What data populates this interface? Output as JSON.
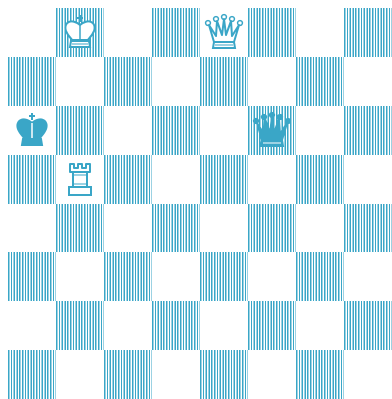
{
  "board": {
    "files": 8,
    "ranks": 8,
    "accent_color": "#3aa6c7",
    "pieces": [
      {
        "row": 0,
        "col": 1,
        "type": "king",
        "color": "white",
        "icon": "white-king-icon"
      },
      {
        "row": 0,
        "col": 4,
        "type": "queen",
        "color": "white",
        "icon": "white-queen-icon"
      },
      {
        "row": 2,
        "col": 0,
        "type": "king",
        "color": "black",
        "icon": "black-king-icon"
      },
      {
        "row": 2,
        "col": 5,
        "type": "queen",
        "color": "black",
        "icon": "black-queen-icon"
      },
      {
        "row": 3,
        "col": 1,
        "type": "rook",
        "color": "white",
        "icon": "white-rook-icon"
      }
    ]
  }
}
